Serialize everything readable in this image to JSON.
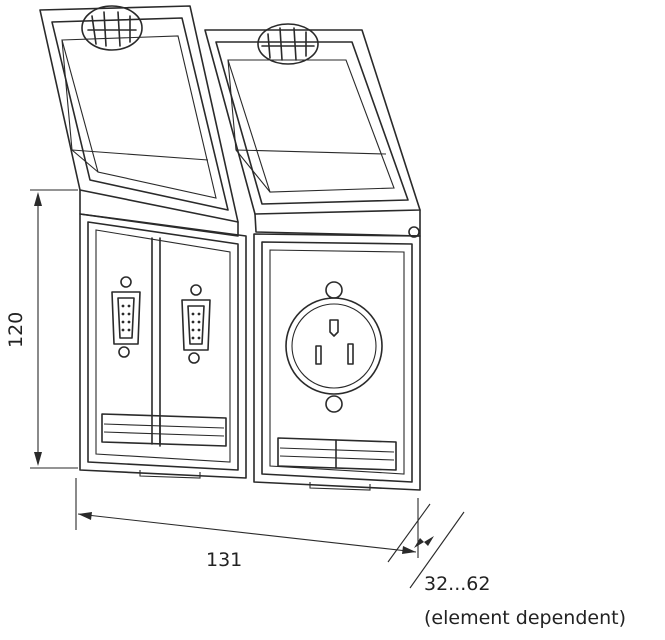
{
  "dimensions": {
    "height": "120",
    "width": "131",
    "depth": "32...62",
    "depth_note": "(element dependent)"
  },
  "colors": {
    "line": "#2a2a2a",
    "background": "#ffffff"
  }
}
